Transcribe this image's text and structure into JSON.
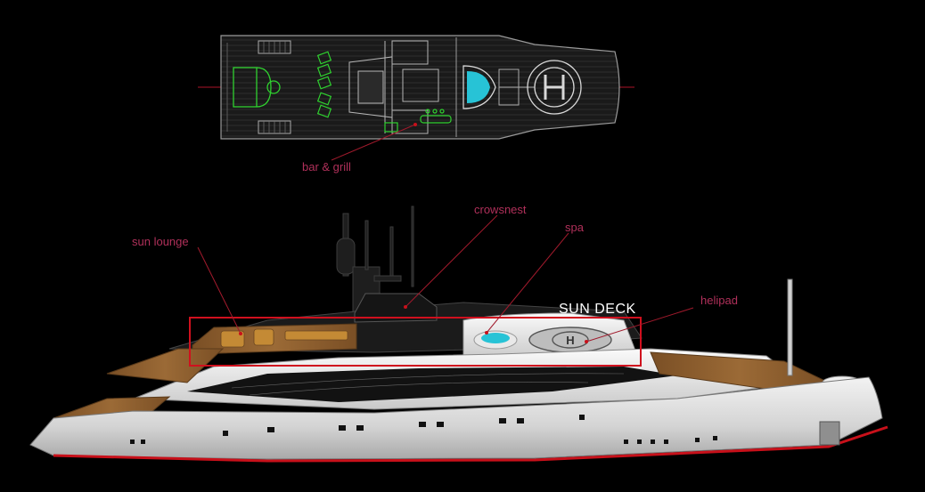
{
  "deck_title": "SUN DECK",
  "callouts": {
    "bar_grill": "bar & grill",
    "crowsnest": "crowsnest",
    "spa": "spa",
    "sun_lounge": "sun lounge",
    "helipad": "helipad"
  },
  "colors": {
    "background": "#000000",
    "callout_text": "#b0305a",
    "callout_line": "#a01a2c",
    "highlight_box": "#d0101e",
    "title_text": "#ffffff",
    "plan_outline": "#9a9a9a",
    "plan_furniture": "#2fd12f",
    "spa_fill": "#27c3d6",
    "hull": "#d8d8d8",
    "teak": "#8a5a2b",
    "waterline": "#c8101a"
  },
  "icons": {
    "helipad_mark": "helipad-h-icon",
    "spa_pool": "spa-pool-icon"
  }
}
